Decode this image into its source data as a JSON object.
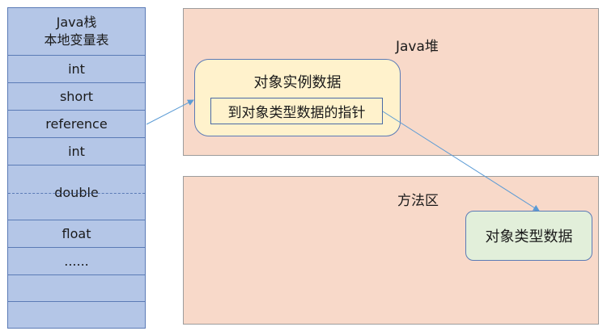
{
  "stack": {
    "header_line1": "Java栈",
    "header_line2": "本地变量表",
    "slots": [
      "int",
      "short",
      "reference",
      "int",
      "double",
      "float",
      "......",
      "",
      ""
    ]
  },
  "heap": {
    "title": "Java堆",
    "object_title": "对象实例数据",
    "pointer_label": "到对象类型数据的指针"
  },
  "method_area": {
    "title": "方法区",
    "type_data_label": "对象类型数据"
  },
  "colors": {
    "stack_fill": "#b4c6e7",
    "region_fill": "#f8d9c9",
    "object_fill": "#fff2cc",
    "type_fill": "#e2efda",
    "arrow": "#5b9bd5"
  }
}
